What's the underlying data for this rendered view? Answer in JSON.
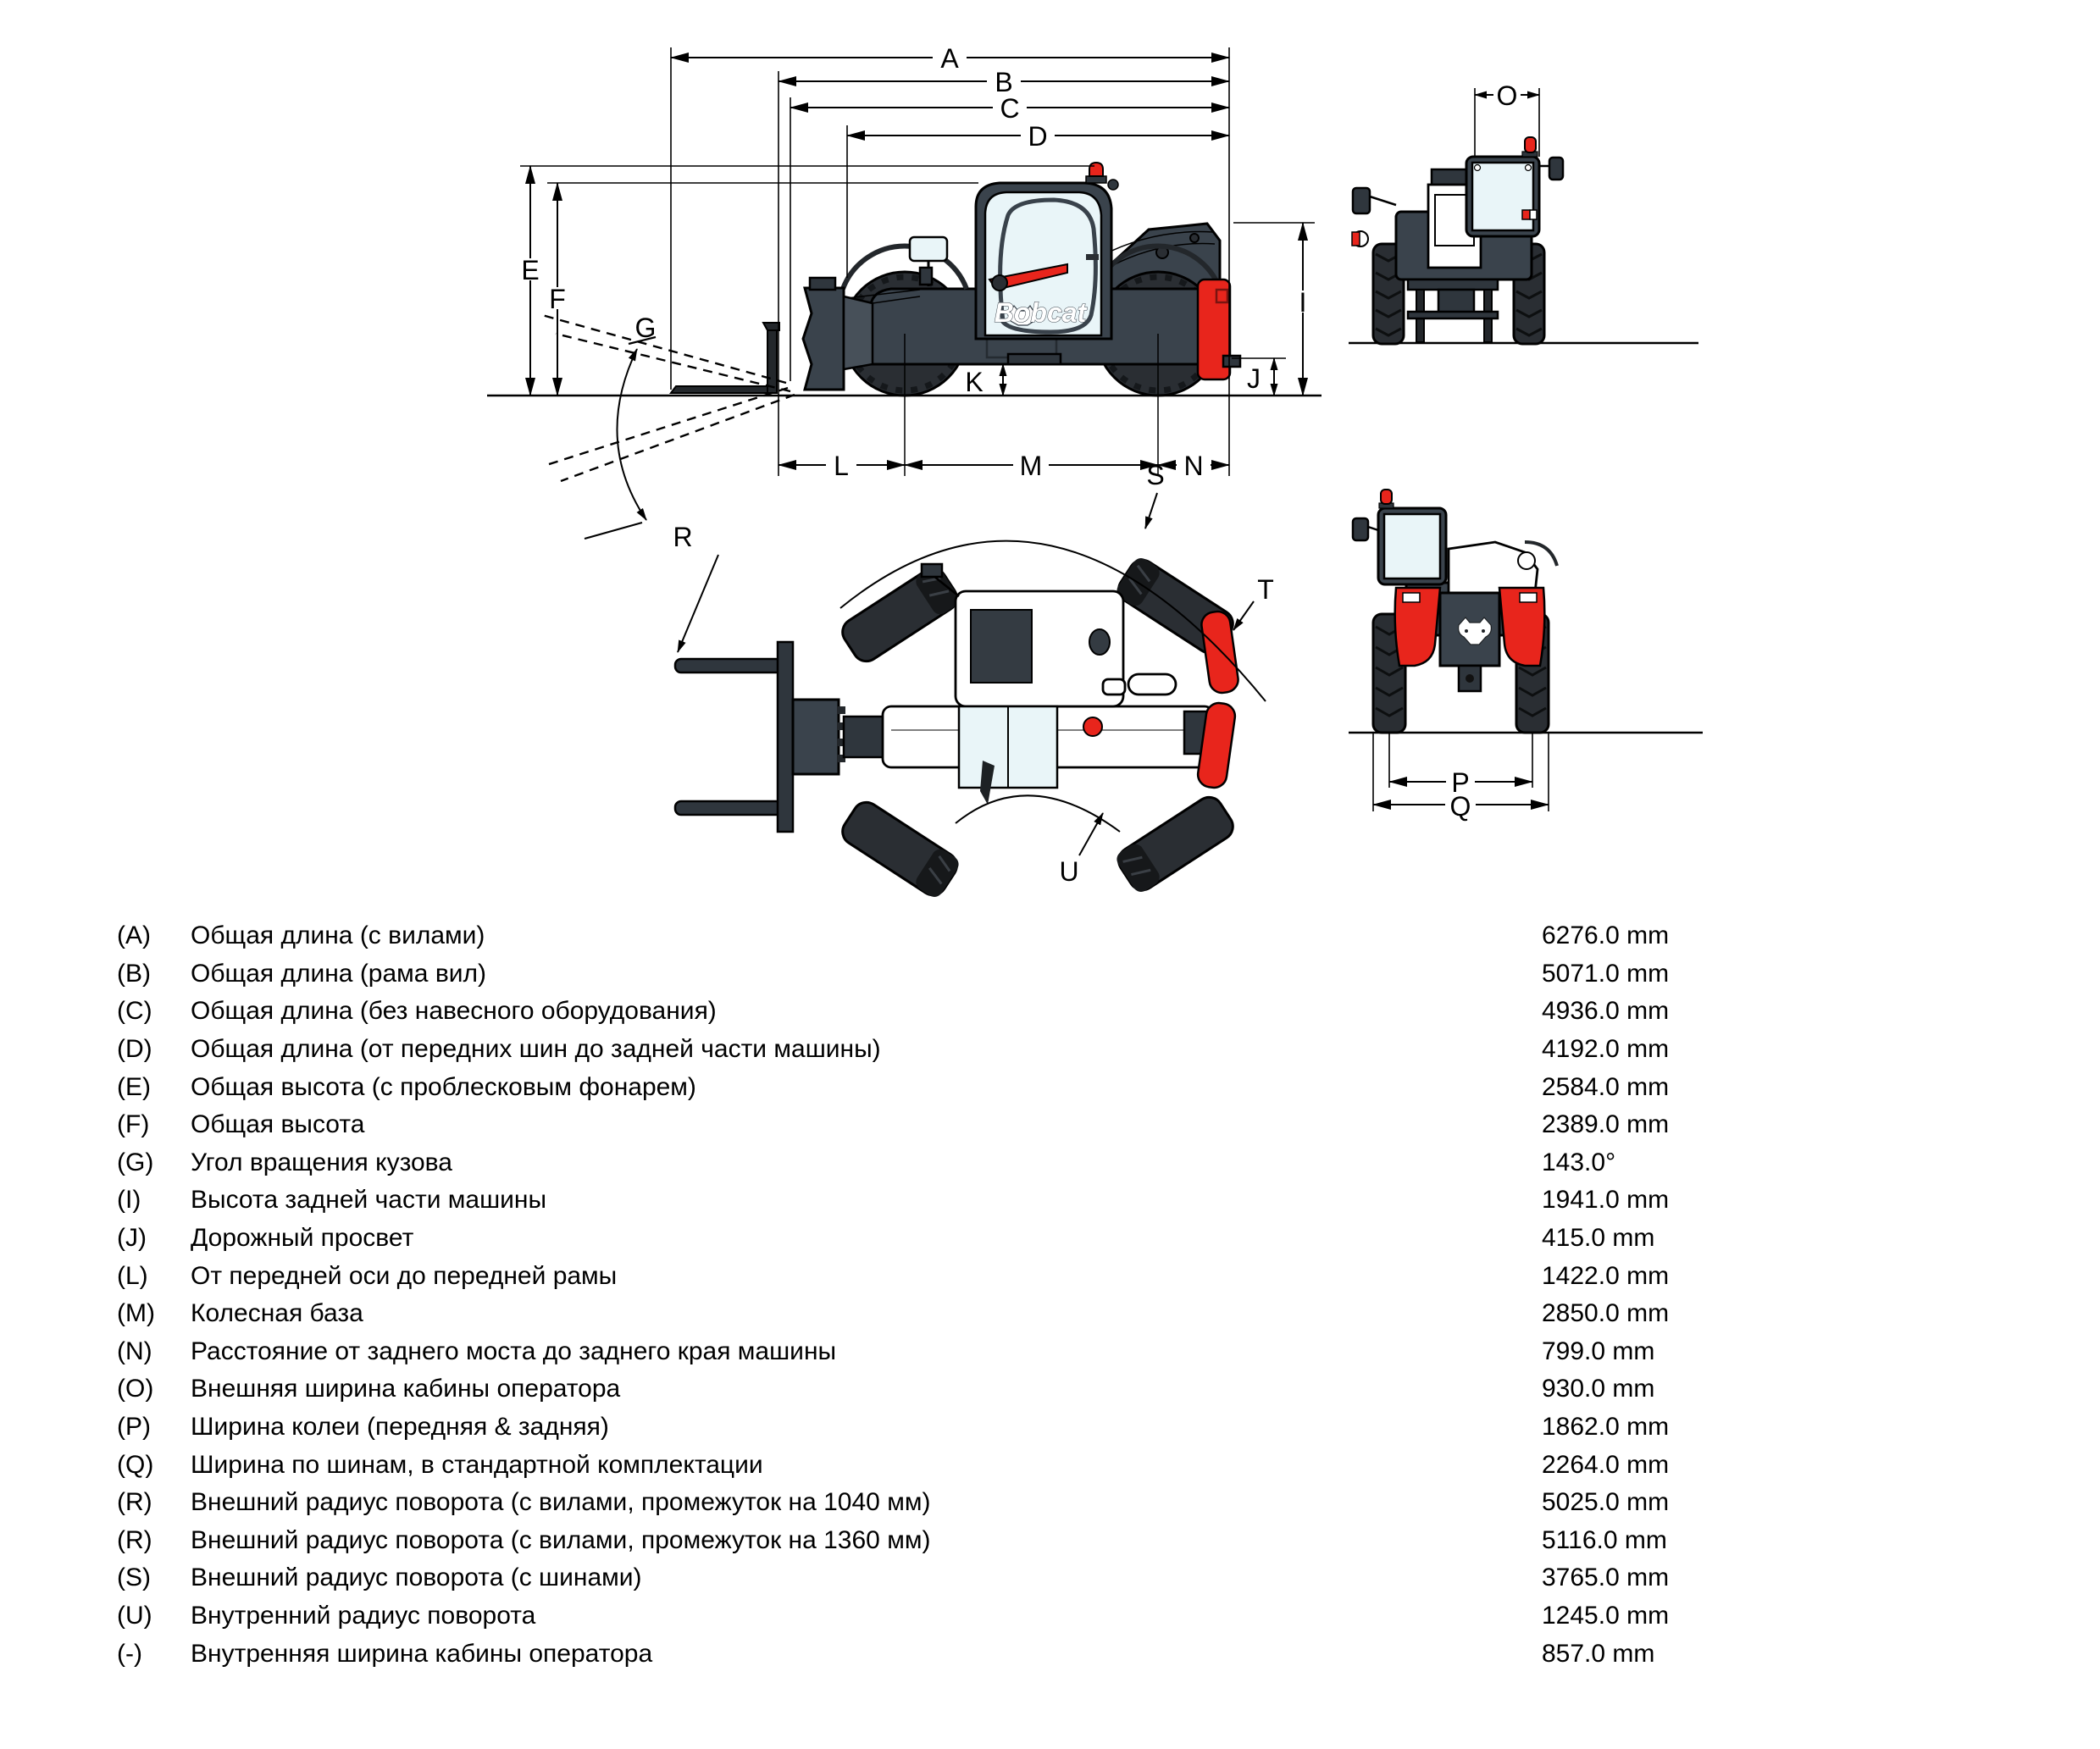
{
  "diagram": {
    "labels": {
      "A": "A",
      "B": "B",
      "C": "C",
      "D": "D",
      "E": "E",
      "F": "F",
      "G": "G",
      "I": "I",
      "J": "J",
      "K": "K",
      "L": "L",
      "M": "M",
      "N": "N",
      "O": "O",
      "P": "P",
      "Q": "Q",
      "R": "R",
      "S": "S",
      "T": "T",
      "U": "U"
    },
    "logo": "Bobcat"
  },
  "colors": {
    "accent_red": "#e8251c",
    "machine_body": "#3a434c",
    "tire": "#2a2e33",
    "glass": "#e9f5f8",
    "line": "#000000"
  },
  "spec_table": {
    "rows": [
      {
        "code": "(A)",
        "desc": "Общая длина (с вилами)",
        "value": "6276.0 mm"
      },
      {
        "code": "(B)",
        "desc": "Общая длина (рама вил)",
        "value": "5071.0 mm"
      },
      {
        "code": "(C)",
        "desc": "Общая длина (без навесного оборудования)",
        "value": "4936.0 mm"
      },
      {
        "code": "(D)",
        "desc": "Общая длина (от передних шин до задней части машины)",
        "value": "4192.0 mm"
      },
      {
        "code": "(E)",
        "desc": "Общая высота (с проблесковым фонарем)",
        "value": "2584.0 mm"
      },
      {
        "code": "(F)",
        "desc": "Общая высота",
        "value": "2389.0 mm"
      },
      {
        "code": "(G)",
        "desc": "Угол вращения кузова",
        "value": "143.0°"
      },
      {
        "code": "(I)",
        "desc": "Высота задней части машины",
        "value": "1941.0 mm"
      },
      {
        "code": "(J)",
        "desc": "Дорожный просвет",
        "value": "415.0 mm"
      },
      {
        "code": "(L)",
        "desc": "От передней оси до передней рамы",
        "value": "1422.0 mm"
      },
      {
        "code": "(M)",
        "desc": "Колесная база",
        "value": "2850.0 mm"
      },
      {
        "code": "(N)",
        "desc": "Расстояние от заднего моста до заднего края машины",
        "value": "799.0 mm"
      },
      {
        "code": "(O)",
        "desc": "Внешняя ширина кабины оператора",
        "value": "930.0 mm"
      },
      {
        "code": "(P)",
        "desc": "Ширина колеи (передняя & задняя)",
        "value": "1862.0 mm"
      },
      {
        "code": "(Q)",
        "desc": "Ширина по шинам, в стандартной комплектации",
        "value": "2264.0 mm"
      },
      {
        "code": "(R)",
        "desc": "Внешний радиус поворота (с вилами, промежуток на 1040 мм)",
        "value": "5025.0 mm"
      },
      {
        "code": "(R)",
        "desc": "Внешний радиус поворота (с вилами, промежуток на 1360 мм)",
        "value": "5116.0 mm"
      },
      {
        "code": "(S)",
        "desc": "Внешний радиус поворота (с шинами)",
        "value": "3765.0 mm"
      },
      {
        "code": "(U)",
        "desc": "Внутренний радиус поворота",
        "value": "1245.0 mm"
      },
      {
        "code": "(-)",
        "desc": "Внутренняя ширина кабины оператора",
        "value": "857.0 mm"
      }
    ]
  }
}
